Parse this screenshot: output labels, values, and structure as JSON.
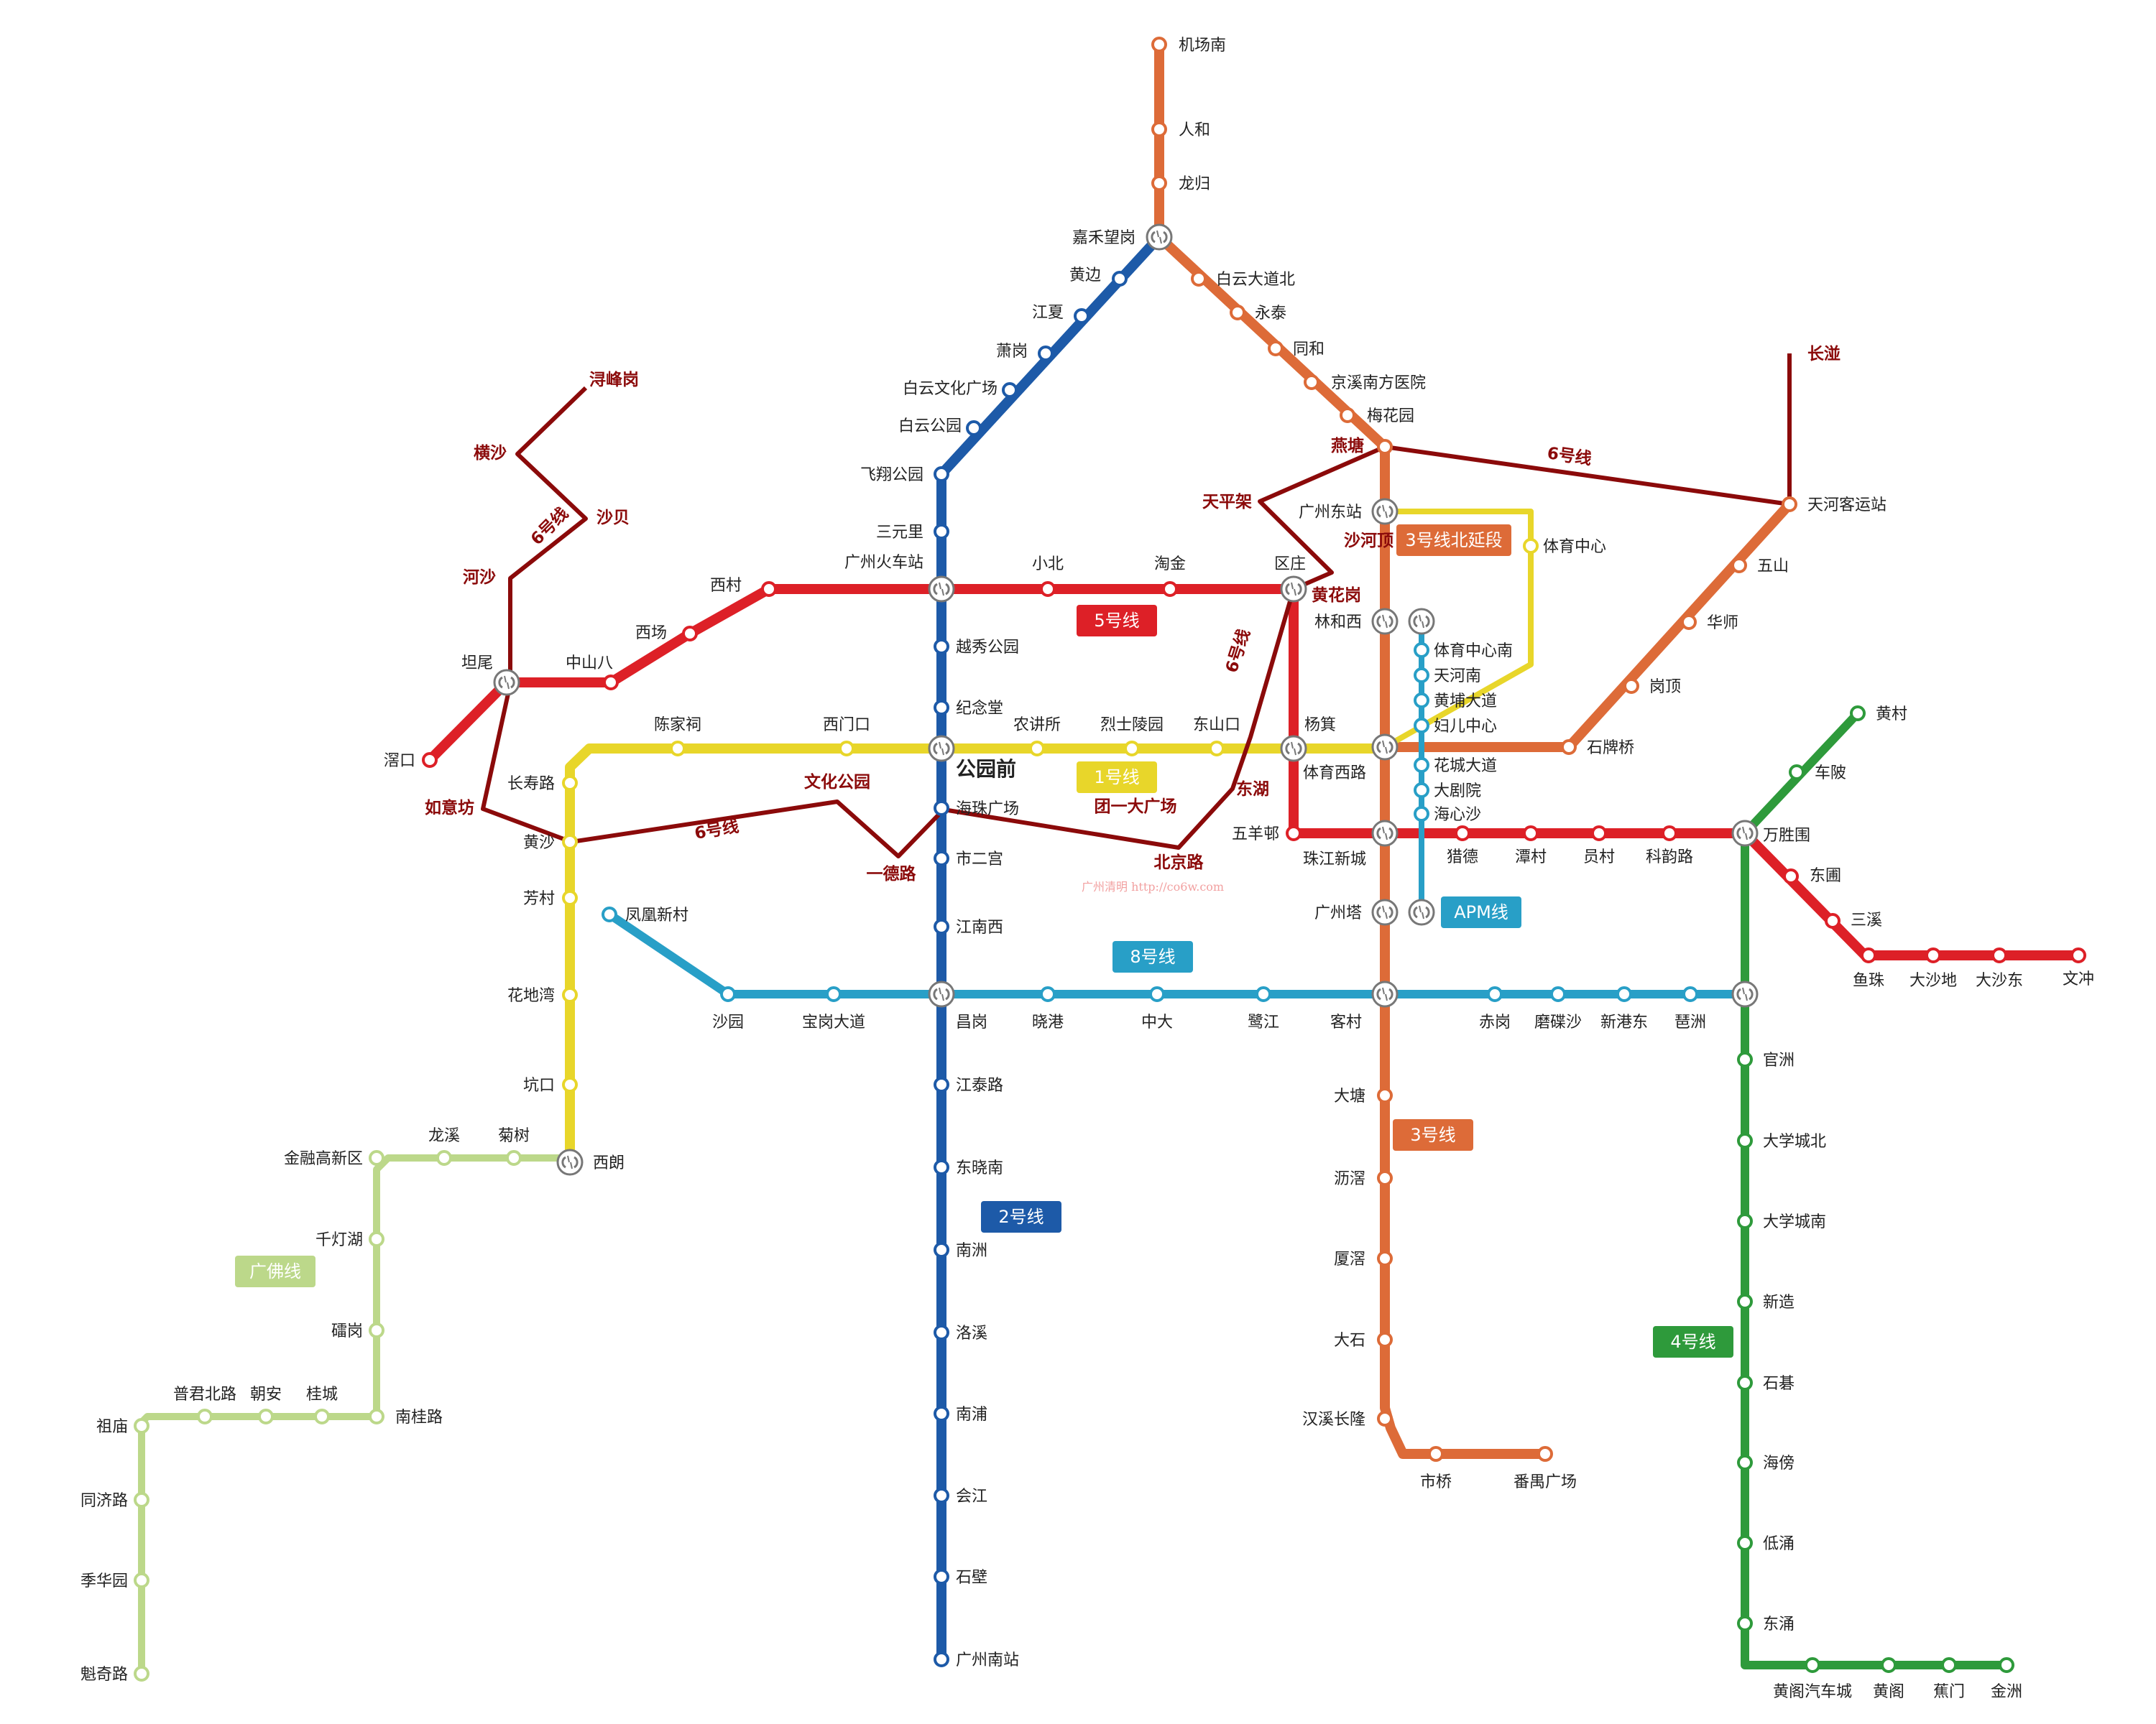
{
  "colors": {
    "line1": "#e8d62a",
    "line2": "#1d5aa8",
    "line3": "#dd6b38",
    "line4": "#2e9a3b",
    "line5": "#dd2027",
    "line6": "#8b0a0a",
    "line8": "#289fc7",
    "apm": "#289fc7",
    "gf": "#bcd88a"
  },
  "line_labels": {
    "line1": "1号线",
    "line2": "2号线",
    "line3": "3号线",
    "line3n": "3号线北延段",
    "line4": "4号线",
    "line5": "5号线",
    "line6a": "6号线",
    "line6b": "6号线",
    "line6c": "6号线",
    "line6d": "6号线",
    "line8": "8号线",
    "apm": "APM线",
    "gf": "广佛线"
  },
  "watermark": "广州清明 http://co6w.com",
  "stations": {
    "jichangnan": "机场南",
    "renhe": "人和",
    "longgui": "龙归",
    "jiahewanggang": "嘉禾望岗",
    "baiyundadaobei": "白云大道北",
    "yongtai": "永泰",
    "tonghe": "同和",
    "jingxi": "京溪南方医院",
    "meihuayuan": "梅花园",
    "yantang": "燕塘",
    "guangzhoudongzhan": "广州东站",
    "linhexi": "林和西",
    "tiyuxilu": "体育西路",
    "zhujiangxincheng": "珠江新城",
    "guangzhouta": "广州塔",
    "kecun": "客村",
    "datang": "大塘",
    "liyao": "沥滘",
    "xiayao": "厦滘",
    "dashi": "大石",
    "hanxichanglong": "汉溪长隆",
    "shiqiao": "市桥",
    "panyuguangchang": "番禺广场",
    "tiyuzhongxin": "体育中心",
    "huangbian": "黄边",
    "jiangxia": "江夏",
    "xiaogang": "萧岗",
    "baiyunwenhua": "白云文化广场",
    "baiyungongyuan": "白云公园",
    "feixianggongyuan": "飞翔公园",
    "sanyuanli": "三元里",
    "guangzhouhuochezhan": "广州火车站",
    "yuexiugongyuan": "越秀公园",
    "jiniantang": "纪念堂",
    "gongyuanqian": "公园前",
    "haizhuguangchang": "海珠广场",
    "shiergong": "市二宫",
    "jiangnanxi": "江南西",
    "changgang": "昌岗",
    "jiangtailu": "江泰路",
    "dongxiaonan": "东晓南",
    "nanzhou": "南洲",
    "luoxi": "洛溪",
    "nanpu": "南浦",
    "huijiang": "会江",
    "shibi": "石壁",
    "guangzhounanzhan": "广州南站",
    "xilang": "西朗",
    "kengkou": "坑口",
    "huadiwan": "花地湾",
    "fangcun": "芳村",
    "huangsha": "黄沙",
    "changshoulu": "长寿路",
    "chenjiaci": "陈家祠",
    "ximenkou": "西门口",
    "nongjiangsuo": "农讲所",
    "lieshilingyuan": "烈士陵园",
    "dongshankou": "东山口",
    "yangji": "杨箕",
    "jiaokou": "滘口",
    "tanwei": "坦尾",
    "zhongshanba": "中山八",
    "xichang": "西场",
    "xicun": "西村",
    "xiaobei": "小北",
    "taojin": "淘金",
    "quzhuang": "区庄",
    "wuyangcun": "五羊邨",
    "liede": "猎德",
    "tancun": "潭村",
    "yuancun": "员村",
    "keyunlu": "科韵路",
    "chebei": "车陂",
    "dongpu": "东圃",
    "sanxi": "三溪",
    "yuzhu": "鱼珠",
    "dashadi": "大沙地",
    "dashadong": "大沙东",
    "wenchong": "文冲",
    "huangcun": "黄村",
    "chebeitop": "车陂",
    "wanshengwei": "万胜围",
    "guanzhou": "官洲",
    "daxuechengbei": "大学城北",
    "daxuechengnan": "大学城南",
    "xinzao": "新造",
    "shiqi": "石碁",
    "haibang": "海傍",
    "dichong": "低涌",
    "dongchong": "东涌",
    "huangge_qiche": "黄阁汽车城",
    "huangge": "黄阁",
    "jiaomen": "蕉门",
    "jinzhou": "金洲",
    "fenghuangxincun": "凤凰新村",
    "shayuan": "沙园",
    "baogangdadao": "宝岗大道",
    "xiaogang8": "晓港",
    "zhongda": "中大",
    "lujiang": "鹭江",
    "chigang": "赤岗",
    "modiesha": "磨碟沙",
    "xingangdong": "新港东",
    "pazhou": "琶洲",
    "tiyuzhongxinnan": "体育中心南",
    "tianhenan": "天河南",
    "huangpudadao": "黄埔大道",
    "fuerzhongxin": "妇儿中心",
    "huachengdadao": "花城大道",
    "dajuyuan": "大剧院",
    "haixinsha": "海心沙",
    "longxi": "龙溪",
    "jushu": "菊树",
    "jinrong": "金融高新区",
    "qiandenghu": "千灯湖",
    "leigang": "礌岗",
    "nanguilu": "南桂路",
    "guicheng": "桂城",
    "chaoan": "朝安",
    "pujunbeilu": "普君北路",
    "zumiao": "祖庙",
    "tongjilu": "同济路",
    "jihuayuan": "季华园",
    "kuiqilu": "魁奇路",
    "xunfenggang": "浔峰岗",
    "hengsha": "横沙",
    "shabei": "沙贝",
    "hesha": "河沙",
    "ruyifang": "如意坊",
    "wenhuagongyuan": "文化公园",
    "yidelu": "一德路",
    "beijinglu": "北京路",
    "tuanyida": "团一大广场",
    "donghu": "东湖",
    "huanghuagang": "黄花岗",
    "shahexiding": "沙河顶",
    "tianpingjia": "天平架",
    "tianhekeyun": "天河客运站",
    "changban": "长湴",
    "wushan": "五山",
    "huashi": "华师",
    "gangding": "岗顶",
    "shipaiqiao": "石牌桥"
  }
}
